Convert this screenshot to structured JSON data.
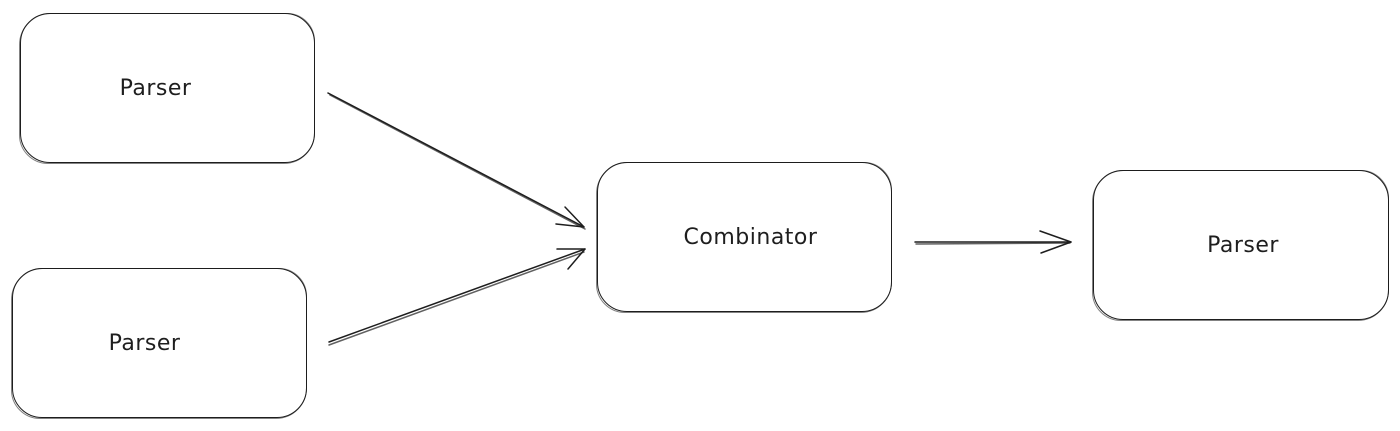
{
  "diagram": {
    "nodes": [
      {
        "id": "parser-top",
        "label": "Parser"
      },
      {
        "id": "parser-bottom",
        "label": "Parser"
      },
      {
        "id": "combinator",
        "label": "Combinator"
      },
      {
        "id": "parser-right",
        "label": "Parser"
      }
    ],
    "edges": [
      {
        "from": "parser-top",
        "to": "combinator"
      },
      {
        "from": "parser-bottom",
        "to": "combinator"
      },
      {
        "from": "combinator",
        "to": "parser-right"
      }
    ],
    "colors": {
      "stroke": "#1e1e1e",
      "background": "#ffffff"
    }
  }
}
